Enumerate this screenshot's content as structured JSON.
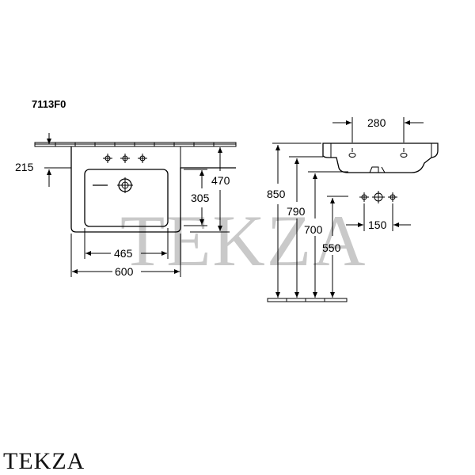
{
  "model_code": "7113F0",
  "watermark": "TEKZA",
  "brand": "TEKZA",
  "front_view": {
    "dims": {
      "left_height": "215",
      "bowl_width": "465",
      "overall_width": "600",
      "bowl_depth": "305",
      "overall_depth": "470"
    }
  },
  "side_view": {
    "dims": {
      "top_width": "280",
      "h850": "850",
      "h790": "790",
      "h700": "700",
      "h550": "550",
      "tap_spacing": "150"
    }
  }
}
